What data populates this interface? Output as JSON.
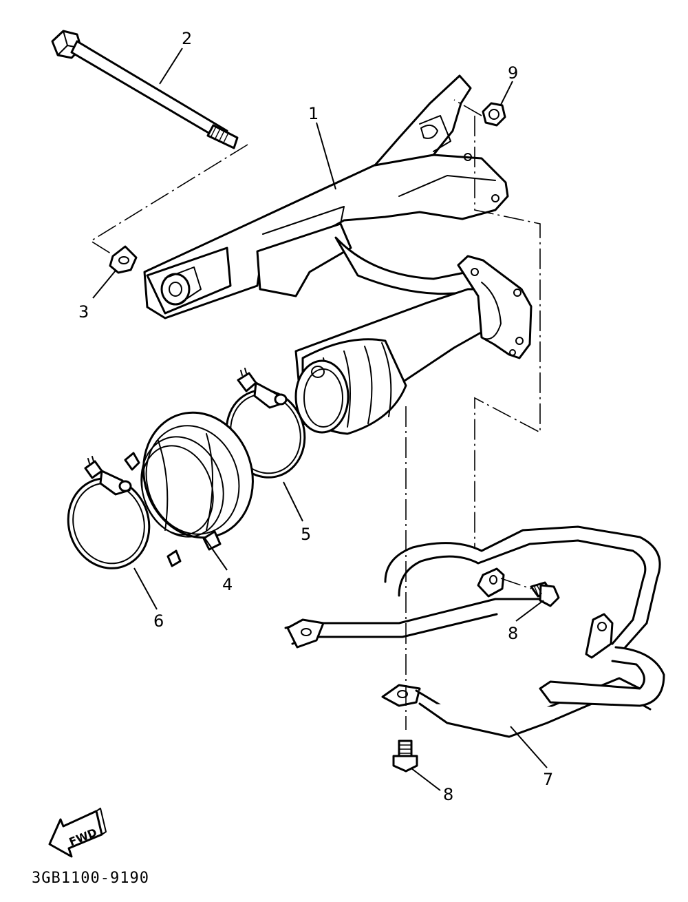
{
  "diagram": {
    "callouts": {
      "c1": "1",
      "c2": "2",
      "c3": "3",
      "c4": "4",
      "c5": "5",
      "c6": "6",
      "c7": "7",
      "c8a": "8",
      "c8b": "8",
      "c9": "9"
    },
    "direction_arrow_label": "FWD",
    "drawing_code": "3GB1100-9190"
  }
}
